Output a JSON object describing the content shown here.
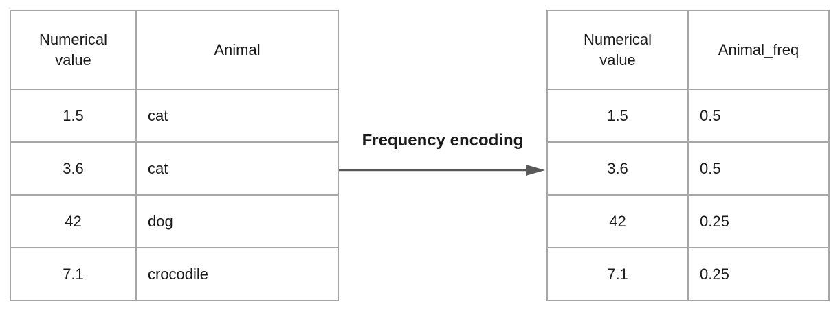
{
  "colors": {
    "background": "#ffffff",
    "table_border": "#a6a6a6",
    "text": "#1a1a1a",
    "arrow": "#595959"
  },
  "arrow_label": "Frequency encoding",
  "left_table": {
    "headers": [
      "Numerical value",
      "Animal"
    ],
    "rows": [
      [
        "1.5",
        "cat"
      ],
      [
        "3.6",
        "cat"
      ],
      [
        "42",
        "dog"
      ],
      [
        "7.1",
        "crocodile"
      ]
    ]
  },
  "right_table": {
    "headers": [
      "Numerical value",
      "Animal_freq"
    ],
    "rows": [
      [
        "1.5",
        "0.5"
      ],
      [
        "3.6",
        "0.5"
      ],
      [
        "42",
        "0.25"
      ],
      [
        "7.1",
        "0.25"
      ]
    ]
  }
}
